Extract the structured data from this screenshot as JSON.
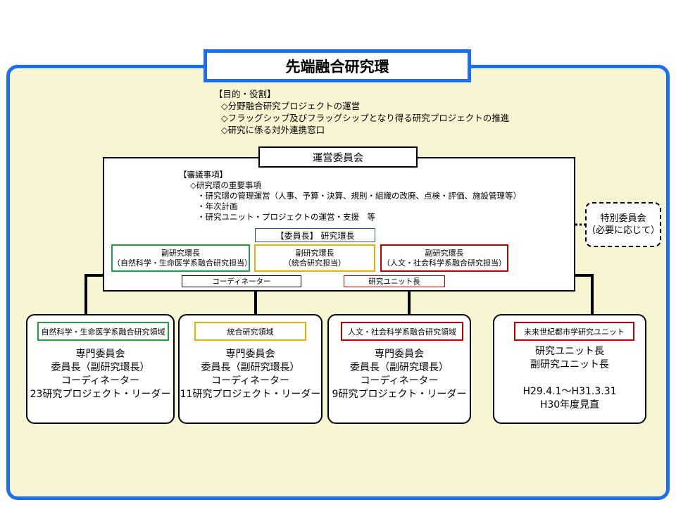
{
  "title": "先端融合研究環",
  "purpose": {
    "heading": "【目的・役割】",
    "items": [
      "◇分野融合研究プロジェクトの運営",
      "◇フラッグシップ及びフラッグシップとなり得る研究プロジェクトの推進",
      "◇研究に係る対外連携窓口"
    ]
  },
  "committee": {
    "title": "運営委員会",
    "agenda_heading": "【審議事項】",
    "agenda_main": "◇研究環の重要事項",
    "agenda_items": [
      "・研究環の管理運営（人事、予算・決算、規則・組織の改廃、点検・評価、施設管理等）",
      "・年次計画",
      "・研究ユニット・プロジェクトの運営・支援　等"
    ],
    "chair": "【委員長】 研究環長",
    "deputies": [
      {
        "title": "副研究環長",
        "sub": "（自然科学・生命医学系融合研究担当）",
        "color": "#22a046"
      },
      {
        "title": "副研究環長",
        "sub": "（統合研究担当）",
        "color": "#e8b100"
      },
      {
        "title": "副研究環長",
        "sub": "（人文・社会科学系融合研究担当）",
        "color": "#c00000"
      }
    ],
    "coordinator": "コーディネーター",
    "unit_leader": "研究ユニット長"
  },
  "special": {
    "line1": "特別委員会",
    "line2": "（必要に応じて）"
  },
  "areas": [
    {
      "label": "自然科学・生命医学系融合研究領域",
      "color": "#22a046",
      "lines": [
        "専門委員会",
        "委員長（副研究環長）",
        "コーディネーター",
        "23研究プロジェクト・リーダー"
      ]
    },
    {
      "label": "統合研究領域",
      "color": "#e8b100",
      "lines": [
        "専門委員会",
        "委員長（副研究環長）",
        "コーディネーター",
        "11研究プロジェクト・リーダー"
      ]
    },
    {
      "label": "人文・社会科学系融合研究領域",
      "color": "#c00000",
      "lines": [
        "専門委員会",
        "委員長（副研究環長）",
        "コーディネーター",
        "9研究プロジェクト・リーダー"
      ]
    },
    {
      "label": "未来世紀都市学研究ユニット",
      "color": "#c00000",
      "lines": [
        "研究ユニット長",
        "副研究ユニット長",
        "",
        "H29.4.1～H31.3.31",
        "H30年度見直"
      ]
    }
  ],
  "colors": {
    "frame": "#1a6ef2",
    "background": "#f8f6d2"
  }
}
